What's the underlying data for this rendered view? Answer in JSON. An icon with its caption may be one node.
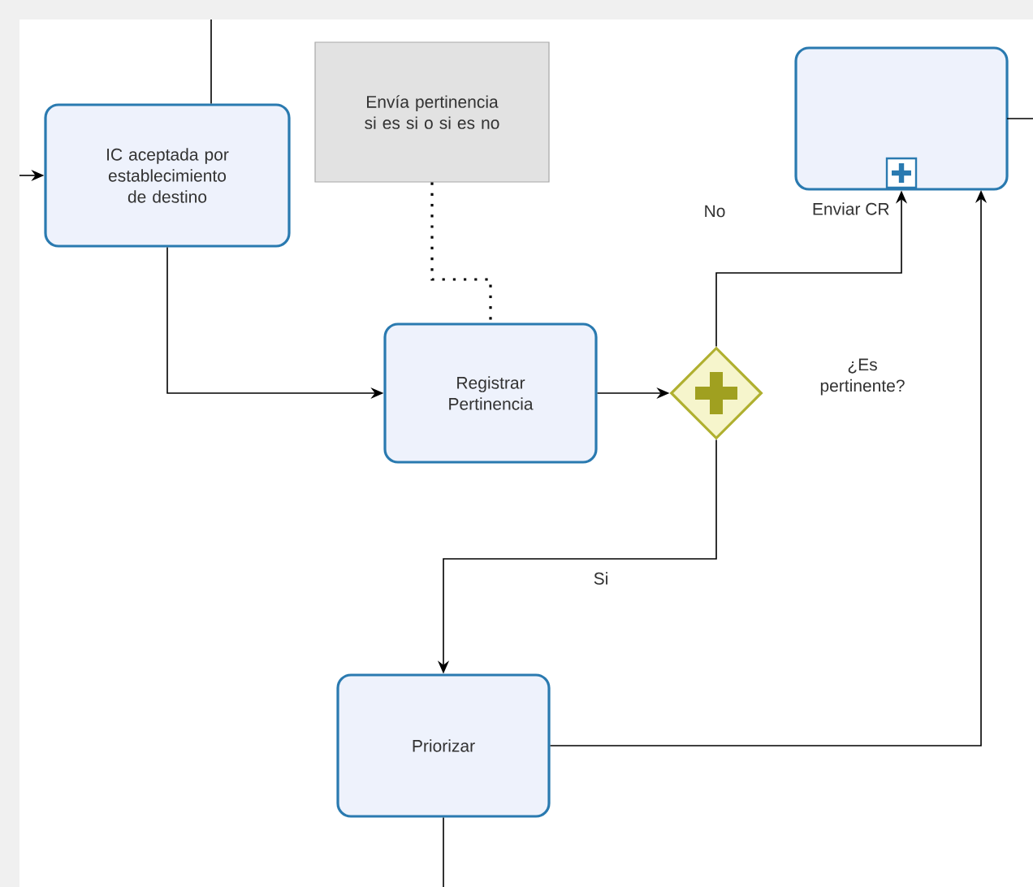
{
  "diagram": {
    "nodes": [
      {
        "text": [
          "IC aceptada por establecimiento de destino"
        ]
      },
      {
        "text": [
          "Envía pertinencia si es si o si es no"
        ]
      },
      {
        "text": [
          "Registrar Pertinencia"
        ]
      },
      {
        "text": [],
        "shape": "diamond",
        "beside": [
          "¿Es pertinente?"
        ]
      },
      {
        "text": [
          "Enviar CR"
        ]
      },
      {
        "text": [
          "Priorizar"
        ]
      }
    ],
    "edges": [
      {
        "from": null,
        "to": 0,
        "arrow": "to"
      },
      {
        "from": 0,
        "to": null,
        "arrow": "none"
      },
      {
        "from": 0,
        "to": 2,
        "arrow": "to"
      },
      {
        "from": 1,
        "to": 2,
        "arrow": "none",
        "style": "dashed"
      },
      {
        "from": 2,
        "to": 3,
        "arrow": "to"
      },
      {
        "from": 3,
        "to": 4,
        "arrow": "to",
        "label": "No"
      },
      {
        "from": 3,
        "to": 5,
        "arrow": "to",
        "label": "Si"
      },
      {
        "from": 5,
        "to": 4,
        "arrow": "to"
      },
      {
        "from": 4,
        "to": null,
        "arrow": "none"
      },
      {
        "from": 5,
        "to": null,
        "arrow": "none"
      }
    ]
  }
}
